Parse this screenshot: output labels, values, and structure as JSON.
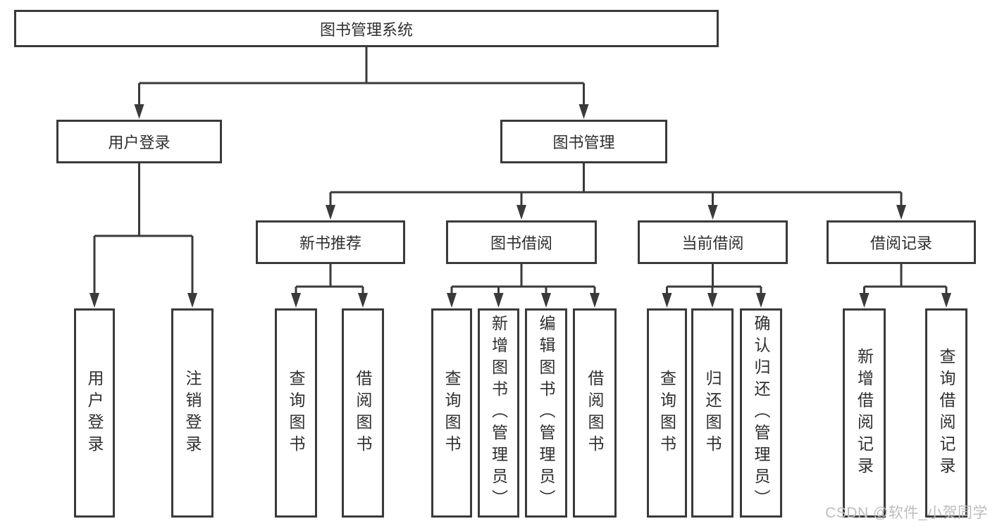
{
  "colors": {
    "line": "#3a3a3a",
    "border": "#3a3a3a",
    "text": "#2f2f2f",
    "background": "#ffffff",
    "watermark": "#bdbdbd"
  },
  "watermark": "CSDN @软件_小贺同学",
  "tree": {
    "root": {
      "label": "图书管理系统",
      "children": [
        {
          "label": "用户登录",
          "children": [
            {
              "label": "用户登录"
            },
            {
              "label": "注销登录"
            }
          ]
        },
        {
          "label": "图书管理",
          "children": [
            {
              "label": "新书推荐",
              "children": [
                {
                  "label": "查询图书"
                },
                {
                  "label": "借阅图书"
                }
              ]
            },
            {
              "label": "图书借阅",
              "children": [
                {
                  "label": "查询图书"
                },
                {
                  "label": "新增图书（管理员）"
                },
                {
                  "label": "编辑图书（管理员）"
                },
                {
                  "label": "借阅图书"
                }
              ]
            },
            {
              "label": "当前借阅",
              "children": [
                {
                  "label": "查询图书"
                },
                {
                  "label": "归还图书"
                },
                {
                  "label": "确认归还（管理员）"
                }
              ]
            },
            {
              "label": "借阅记录",
              "children": [
                {
                  "label": "新增借阅记录"
                },
                {
                  "label": "查询借阅记录"
                }
              ]
            }
          ]
        }
      ]
    }
  }
}
